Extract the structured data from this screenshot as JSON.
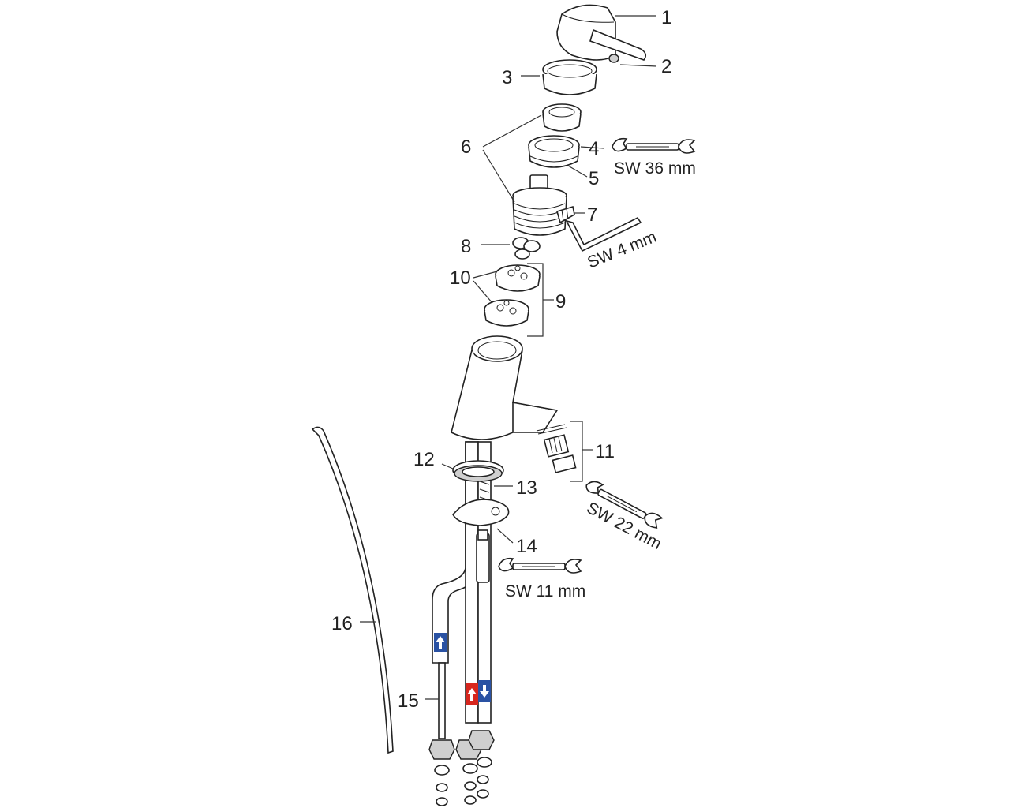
{
  "labels": {
    "n1": "1",
    "n2": "2",
    "n3": "3",
    "n4": "4",
    "n5": "5",
    "n6": "6",
    "n7": "7",
    "n8": "8",
    "n9": "9",
    "n10": "10",
    "n11": "11",
    "n12": "12",
    "n13": "13",
    "n14": "14",
    "n15": "15",
    "n16": "16"
  },
  "wrench_sizes": {
    "sw36": "SW 36 mm",
    "sw4": "SW 4 mm",
    "sw22": "SW 22 mm",
    "sw11": "SW 11 mm"
  },
  "colors": {
    "hot": "#d7261e",
    "cold": "#2a52a3",
    "line": "#222222"
  },
  "icons": [
    "wrench-icon",
    "hex-key-icon",
    "arrow-up-icon",
    "arrow-down-icon"
  ]
}
